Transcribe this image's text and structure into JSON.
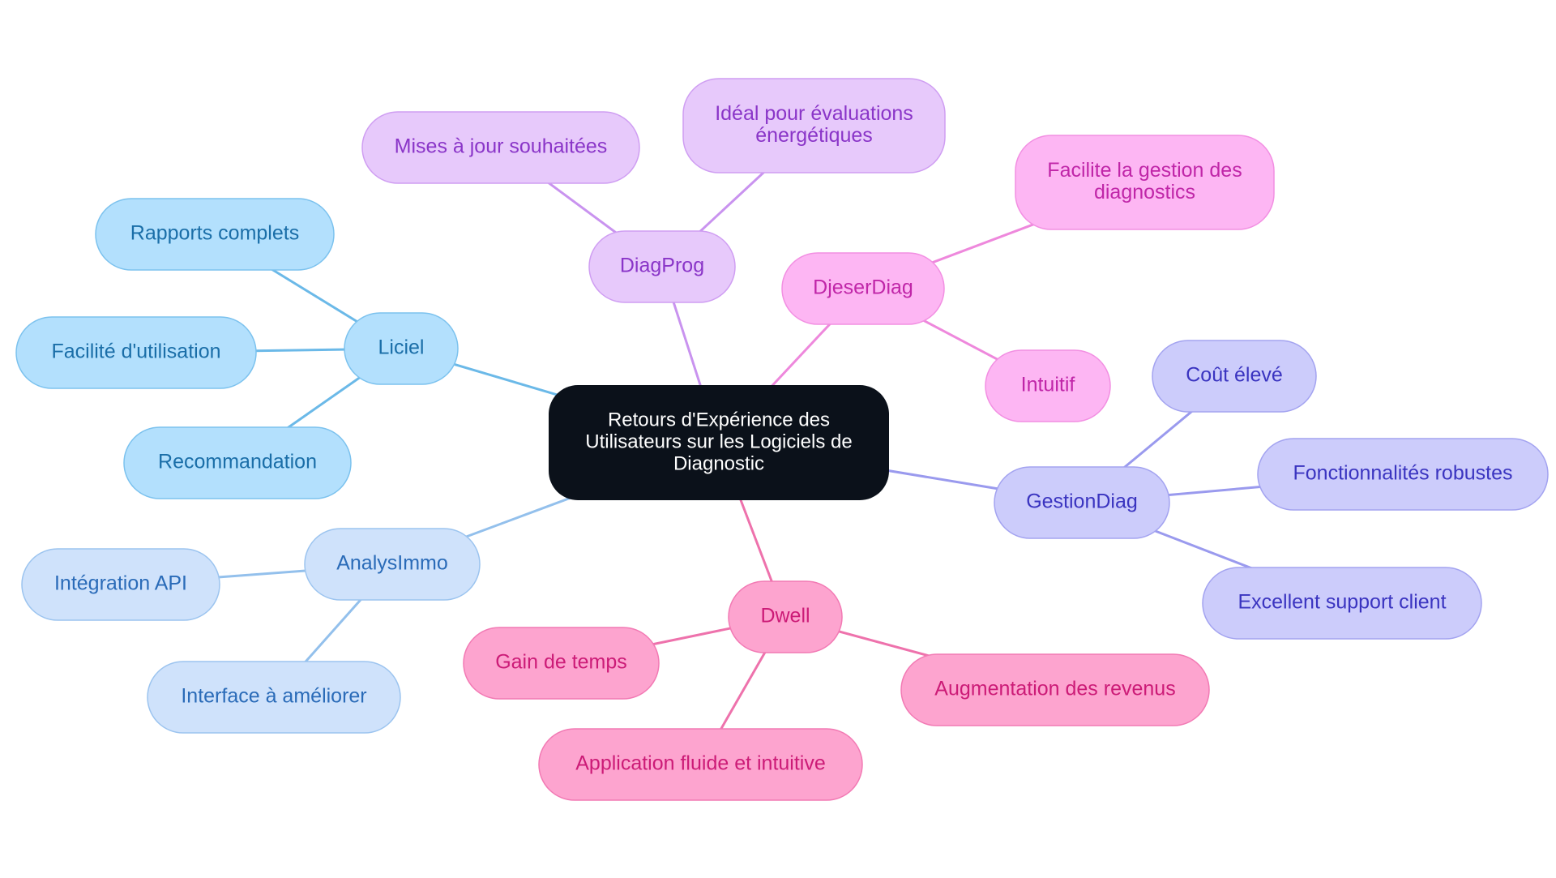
{
  "center": {
    "label_lines": [
      "Retours d'Expérience des",
      "Utilisateurs sur les Logiciels de",
      "Diagnostic"
    ]
  },
  "colors": {
    "center_fill": "#0b111a",
    "liciel": {
      "fill": "#b3e0fd",
      "stroke": "#7cc2ee",
      "text": "#1a6ea8",
      "line": "#6bb9e8"
    },
    "analysimmo": {
      "fill": "#cfe2fb",
      "stroke": "#9cc4ef",
      "text": "#2a6bb8",
      "line": "#93c0ec"
    },
    "diagprog": {
      "fill": "#e7c9fb",
      "stroke": "#cf9ef2",
      "text": "#8a35c8",
      "line": "#c993ef"
    },
    "djeserdiag": {
      "fill": "#fdb6f3",
      "stroke": "#f28fe2",
      "text": "#c026a8",
      "line": "#ee88dc"
    },
    "gestiondiag": {
      "fill": "#ccccfb",
      "stroke": "#a3a3f0",
      "text": "#3a34c0",
      "line": "#9a9aee"
    },
    "dwell": {
      "fill": "#fda4cf",
      "stroke": "#f27ab4",
      "text": "#cc1b77",
      "line": "#ee72ac"
    }
  },
  "branches": [
    {
      "key": "liciel",
      "label": "Liciel",
      "children": [
        {
          "label": "Rapports complets"
        },
        {
          "label": "Facilité d'utilisation"
        },
        {
          "label": "Recommandation"
        }
      ]
    },
    {
      "key": "analysimmo",
      "label": "AnalysImmo",
      "children": [
        {
          "label": "Intégration API"
        },
        {
          "label": "Interface à améliorer"
        }
      ]
    },
    {
      "key": "diagprog",
      "label": "DiagProg",
      "children": [
        {
          "label": "Mises à jour souhaitées"
        },
        {
          "label_lines": [
            "Idéal pour évaluations",
            "énergétiques"
          ]
        }
      ]
    },
    {
      "key": "djeserdiag",
      "label": "DjeserDiag",
      "children": [
        {
          "label_lines": [
            "Facilite la gestion des",
            "diagnostics"
          ]
        },
        {
          "label": "Intuitif"
        }
      ]
    },
    {
      "key": "gestiondiag",
      "label": "GestionDiag",
      "children": [
        {
          "label": "Coût élevé"
        },
        {
          "label": "Fonctionnalités robustes"
        },
        {
          "label": "Excellent support client"
        }
      ]
    },
    {
      "key": "dwell",
      "label": "Dwell",
      "children": [
        {
          "label": "Gain de temps"
        },
        {
          "label": "Augmentation des revenus"
        },
        {
          "label": "Application fluide et intuitive"
        }
      ]
    }
  ]
}
